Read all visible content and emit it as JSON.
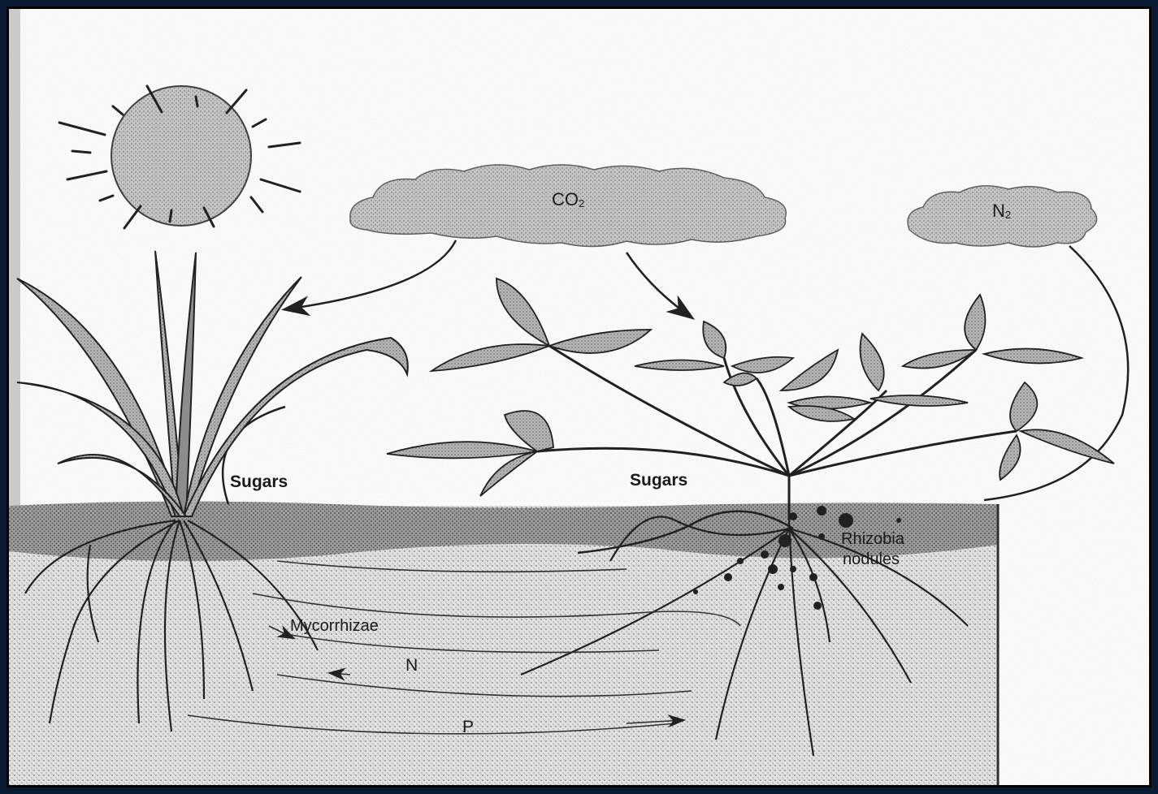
{
  "labels": {
    "co2_main": "CO",
    "co2_sub": "2",
    "n2_main": "N",
    "n2_sub": "2",
    "sugars_left": "Sugars",
    "sugars_right": "Sugars",
    "rhizobia_line1": "Rhizobia",
    "rhizobia_line2": "nodules",
    "mycorrhizae": "Mycorrhizae",
    "n": "N",
    "p": "P"
  }
}
